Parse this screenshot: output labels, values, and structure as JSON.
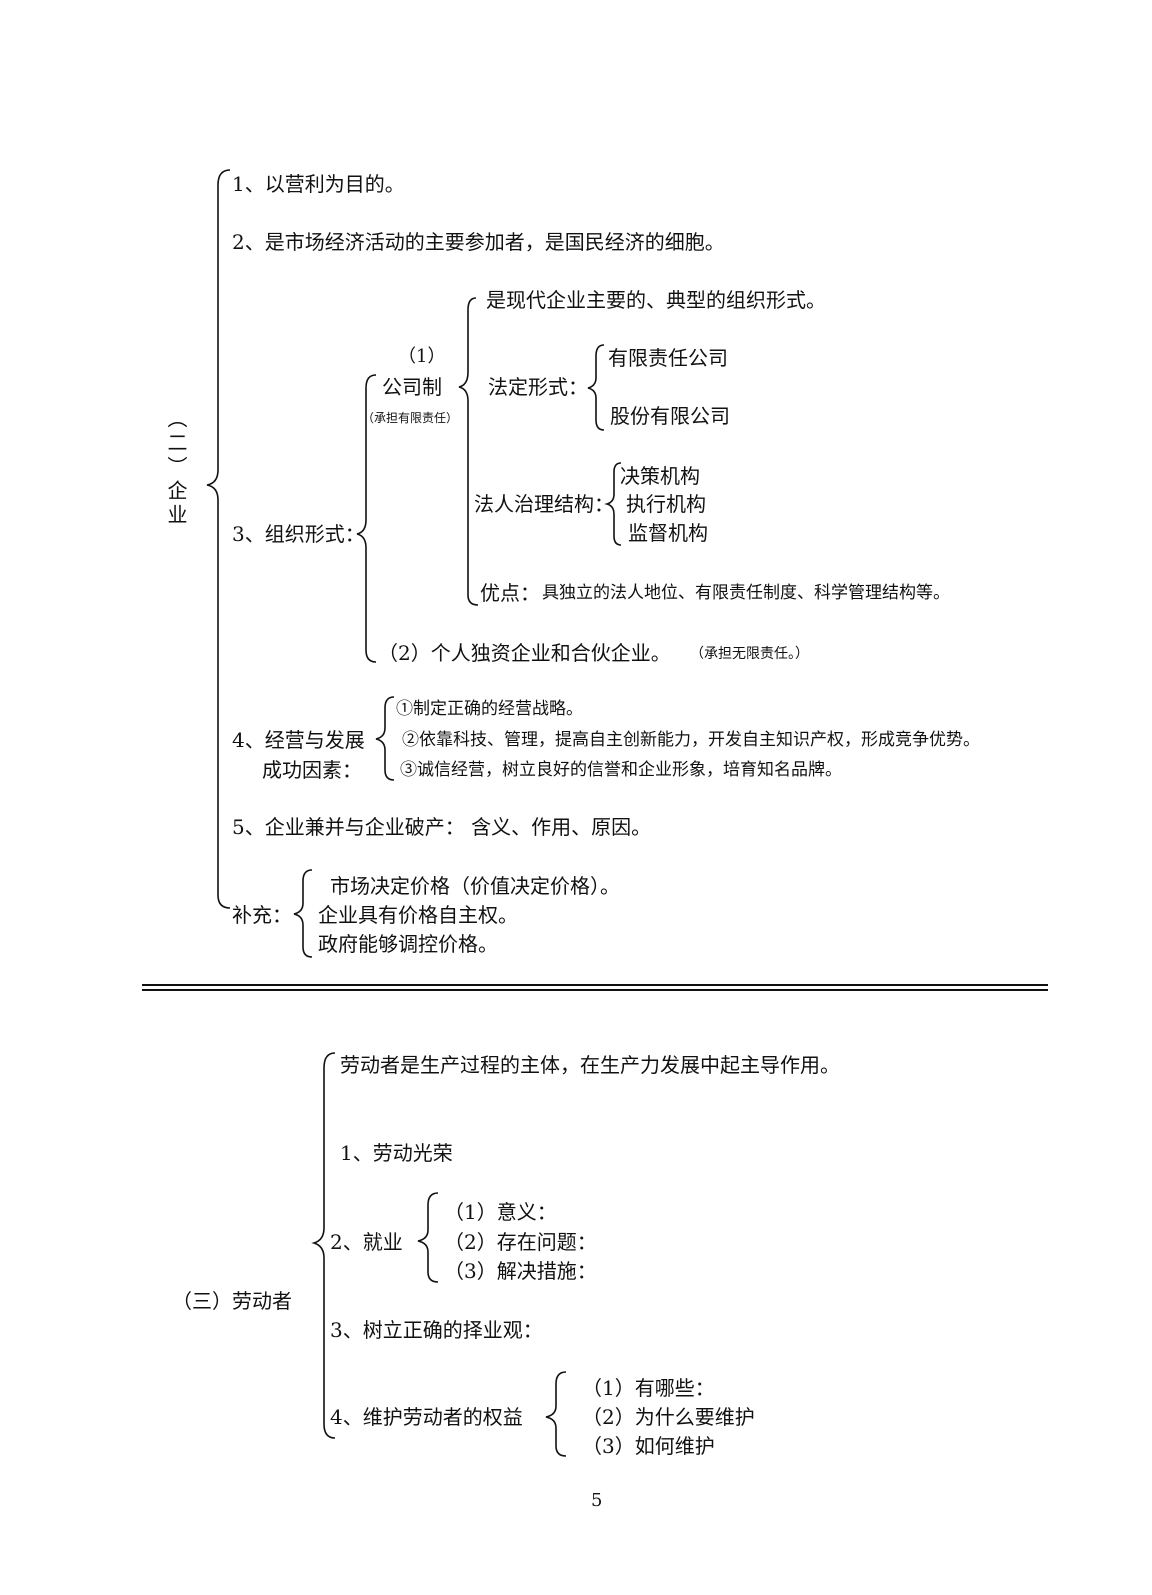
{
  "section2": {
    "title": "（二）企业",
    "items": [
      "1、以营利为目的。",
      "2、是市场经济活动的主要参加者，是国民经济的细胞。",
      "3、组织形式：",
      "4、经营与发展",
      "成功因素：",
      "5、企业兼并与企业破产：  含义、作用、原因。",
      "补充："
    ],
    "company": {
      "num": "（1）",
      "name": "公司制",
      "note": "（承担有限责任）",
      "main": "是现代企业主要的、典型的组织形式。",
      "legal_label": "法定形式：",
      "legal_forms": [
        "有限责任公司",
        "股份有限公司"
      ],
      "governance_label": "法人治理结构：",
      "governance": [
        "决策机构",
        "执行机构",
        "监督机构"
      ],
      "advantage_label": "优点：",
      "advantage_text": "具独立的法人地位、有限责任制度、科学管理结构等。"
    },
    "individual": "（2）个人独资企业和合伙企业。",
    "individual_note": "（承担无限责任。）",
    "success_factors": [
      "①制定正确的经营战略。",
      "②依靠科技、管理，提高自主创新能力，开发自主知识产权，形成竞争优势。",
      "③诚信经营，树立良好的信誉和企业形象，培育知名品牌。"
    ],
    "supplement": [
      "市场决定价格（价值决定价格）。",
      "企业具有价格自主权。",
      "政府能够调控价格。"
    ]
  },
  "section3": {
    "title": "（三）劳动者",
    "intro": "劳动者是生产过程的主体，在生产力发展中起主导作用。",
    "items": [
      "1、劳动光荣",
      "2、就业",
      "3、树立正确的择业观：",
      "4、维护劳动者的权益"
    ],
    "employment": [
      "（1）意义：",
      "（2）存在问题：",
      "（3）解决措施："
    ],
    "rights": [
      "（1）有哪些：",
      "（2）为什么要维护",
      "（3）如何维护"
    ]
  },
  "page_number": "5"
}
